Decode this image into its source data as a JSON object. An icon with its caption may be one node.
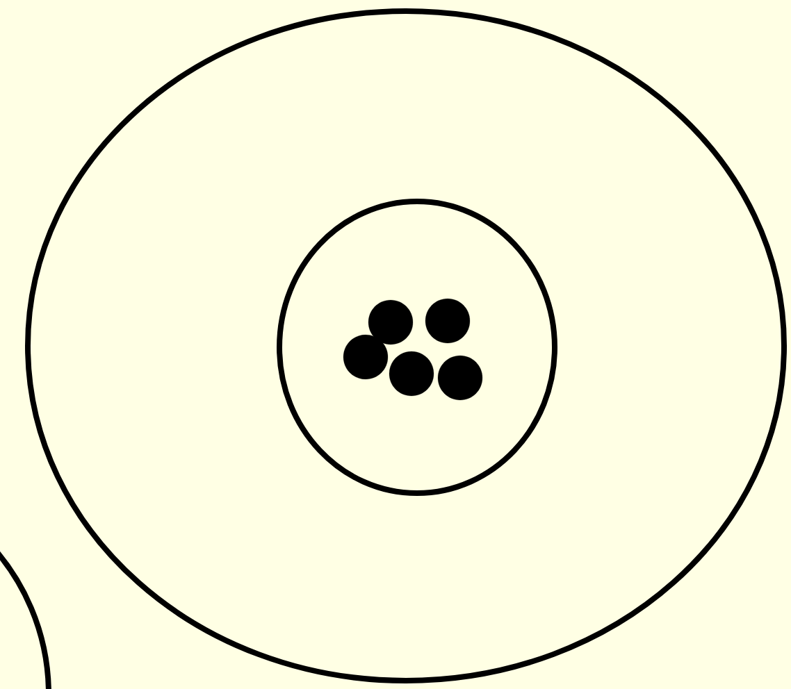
{
  "diagram": {
    "nodes": [
      {
        "text": [],
        "shape": "circle"
      },
      {
        "text": [],
        "shape": "circle",
        "in": 0
      },
      {
        "text": [],
        "shape": "circle",
        "in": 1
      },
      {
        "text": [],
        "shape": "circle",
        "in": 1
      },
      {
        "text": [],
        "shape": "circle",
        "in": 1
      },
      {
        "text": [],
        "shape": "circle",
        "in": 1
      },
      {
        "text": [],
        "shape": "circle",
        "in": 1
      }
    ]
  }
}
